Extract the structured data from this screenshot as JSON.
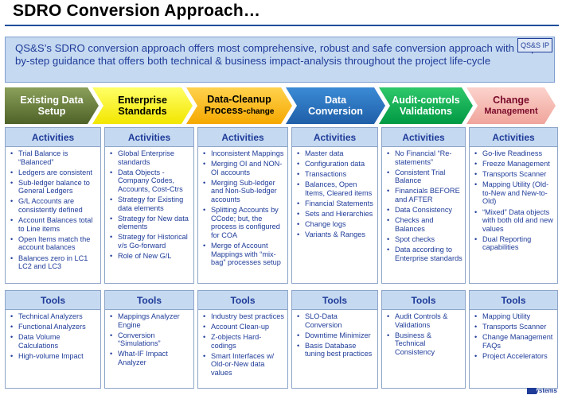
{
  "title": "SDRO Conversion Approach…",
  "intro": {
    "text": "QS&S’s SDRO conversion approach offers most comprehensive, robust and safe conversion approach with step-by-step guidance that offers both technical & business impact-analysis throughout the project life-cycle",
    "logo_tag": "QS&S IP"
  },
  "footer": {
    "logo": "Systems",
    "mark_icon": "company-logo-icon"
  },
  "colors": {
    "accent": "#1f3c99",
    "panel": "#c5d9f1",
    "phase1": "#4f6228",
    "phase2": "#ffff00",
    "phase3": "#ffc000",
    "phase4": "#1f6ebd",
    "phase5": "#00b050",
    "phase6": "#f4b8b0"
  },
  "phases": [
    {
      "line1": "Existing Data",
      "line2": "Setup",
      "line2_small": "",
      "activities_title": "Activities",
      "activities": [
        "Trial Balance is “Balanced”",
        "Ledgers are consistent",
        "Sub-ledger balance to General Ledgers",
        "G/L Accounts are consistently defined",
        "Account Balances total to Line items",
        "Open Items match the account balances",
        "Balances zero in LC1 LC2 and LC3"
      ],
      "tools_title": "Tools",
      "tools": [
        "Technical Analyzers",
        "Functional Analyzers",
        "Data Volume Calculations",
        "High-volume Impact"
      ]
    },
    {
      "line1": "Enterprise",
      "line2": "Standards",
      "line2_small": "",
      "activities_title": "Activities",
      "activities": [
        "Global Enterprise standards",
        "Data Objects - Company Codes, Accounts, Cost-Ctrs",
        "Strategy for Existing data elements",
        "Strategy for New data elements",
        "Strategy for Historical v/s Go-forward",
        "Role of New G/L"
      ],
      "tools_title": "Tools",
      "tools": [
        "Mappings Analyzer Engine",
        "Conversion “Simulations”",
        "What-IF Impact Analyzer"
      ]
    },
    {
      "line1": "Data-Cleanup",
      "line2": "Process-",
      "line2_small": "change",
      "activities_title": "Activities",
      "activities": [
        "Inconsistent Mappings",
        "Merging OI and NON-OI accounts",
        "Merging Sub-ledger and Non-Sub-ledger accounts",
        "Splitting Accounts by CCode; but, the process is configured for COA",
        "Merge of Account Mappings with “mix-bag” processes setup"
      ],
      "tools_title": "Tools",
      "tools": [
        "Industry best practices",
        "Account Clean-up",
        "Z-objects Hard-codings",
        "Smart Interfaces w/ Old-or-New data values"
      ]
    },
    {
      "line1": "Data",
      "line2": "Conversion",
      "line2_small": "",
      "activities_title": "Activities",
      "activities": [
        "Master data",
        "Configuration data",
        "Transactions",
        "Balances, Open Items, Cleared items",
        "Financial Statements",
        "Sets and Hierarchies",
        "Change logs",
        "Variants & Ranges"
      ],
      "tools_title": "Tools",
      "tools": [
        "SLO-Data Conversion",
        "Downtime Minimizer",
        "Basis Database tuning best practices"
      ]
    },
    {
      "line1": "Audit-controls",
      "line2": "Validations",
      "line2_small": "",
      "activities_title": "Activities",
      "activities": [
        "No Financial “Re-statements”",
        "Consistent Trial Balance",
        "Financials BEFORE and AFTER",
        "Data Consistency",
        "Checks and Balances",
        "Spot checks",
        "Data according to Enterprise standards"
      ],
      "tools_title": "Tools",
      "tools": [
        "Audit Controls & Validations",
        "Business & Technical Consistency"
      ]
    },
    {
      "line1": "Change",
      "line2": "Management",
      "line2_small": "",
      "activities_title": "Activities",
      "activities": [
        "Go-live Readiness",
        "Freeze Management",
        "Transports Scanner",
        "Mapping Utility (Old-to-New and New-to-Old)",
        "“Mixed” Data objects with both old and new values",
        "Dual Reporting capabilities"
      ],
      "tools_title": "Tools",
      "tools": [
        "Mapping Utility",
        "Transports Scanner",
        "Change Management FAQs",
        "Project Accelerators"
      ]
    }
  ]
}
